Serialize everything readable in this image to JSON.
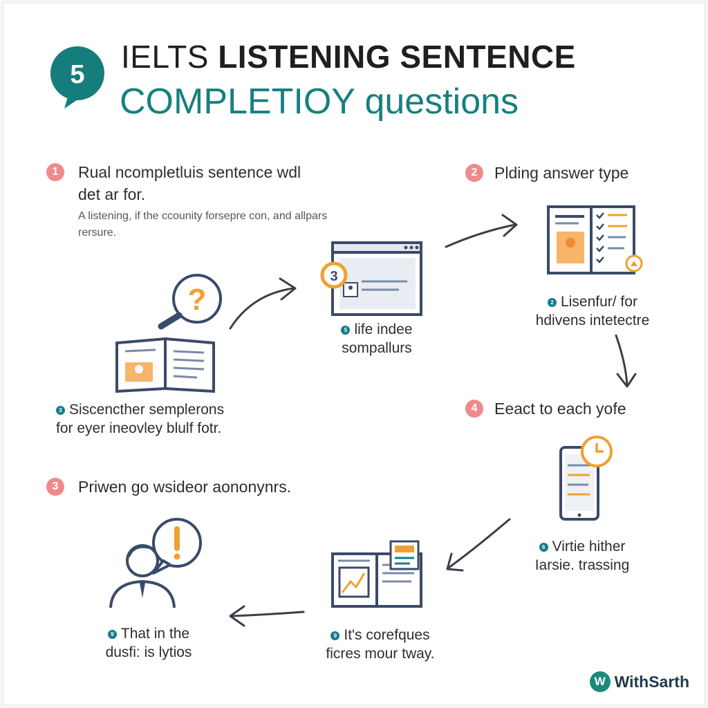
{
  "header": {
    "badge_number": "5",
    "title_light": "IELTS",
    "title_bold": "LISTENING SENTENCE",
    "subtitle": "COMPLETIOY questions"
  },
  "steps": {
    "s1": {
      "number": "1",
      "title_line1": "Rual ncompletluis sentence wdl",
      "title_line2": "det ar for.",
      "note_line1": "A listening, if the ccounity forsepre con, and allpars",
      "note_line2": "rersure."
    },
    "s2": {
      "number": "2",
      "title": "Plding answer type"
    },
    "s3": {
      "number": "3",
      "title": "Priwen go wsideor aononynrs."
    },
    "s4": {
      "number": "4",
      "title": "Eeact to each yofe"
    }
  },
  "captions": {
    "book": {
      "dot": "3",
      "line1": "Siscencther semplerons",
      "line2": "for eyer ineovley blulf fotr."
    },
    "window": {
      "badge": "3",
      "dot": "5",
      "line1": "life indee",
      "line2": "sompallurs"
    },
    "checklist": {
      "dot": "2",
      "line1": "Lisenfur/ for",
      "line2": "hdivens intetectre"
    },
    "phone": {
      "dot": "6",
      "line1": "Virtie hither",
      "line2": "Iarsie. trassing"
    },
    "document": {
      "dot": "9",
      "line1": "It's corefques",
      "line2": "ficres mour tway."
    },
    "person": {
      "dot": "9",
      "line1": "That in the",
      "line2": "dusfi: is lytios"
    }
  },
  "footer": {
    "logo_letter": "W",
    "brand": "WithSarth"
  },
  "colors": {
    "teal": "#17807f",
    "coral": "#f08a8a",
    "orange": "#f0a030",
    "navy": "#3a4a6a"
  }
}
